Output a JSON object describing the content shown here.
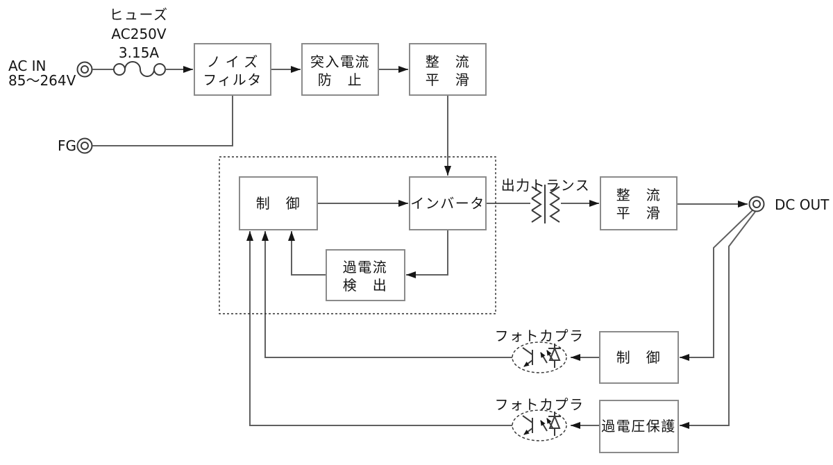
{
  "labels": {
    "fuse": "ヒューズ",
    "fuse_rating_voltage": "AC250V",
    "fuse_rating_current": "3.15A",
    "ac_in": "AC IN",
    "ac_in_range": "85〜264V",
    "fg": "FG",
    "output_transformer": "出力トランス",
    "dc_out": "DC OUT",
    "photocoupler_upper": "フォトカプラ",
    "photocoupler_lower": "フォトカプラ"
  },
  "blocks": {
    "noise_filter": {
      "line1": "ノイズ",
      "line2": "フィルタ"
    },
    "inrush_current_prevention": {
      "line1": "突入電流",
      "line2": "防　止"
    },
    "rectify_smooth_input": {
      "line1": "整　流",
      "line2": "平　滑"
    },
    "control_primary": {
      "label": "制　御"
    },
    "inverter": {
      "label": "インバータ"
    },
    "overcurrent_detection": {
      "line1": "過電流",
      "line2": "検　出"
    },
    "rectify_smooth_output": {
      "line1": "整　流",
      "line2": "平　滑"
    },
    "control_secondary": {
      "label": "制　御"
    },
    "overvoltage_protection": {
      "label": "過電圧保護"
    }
  },
  "colors": {
    "background": "#ffffff",
    "box_border": "#8a8a8a",
    "wire": "#5f5f5f",
    "arrowhead": "#161616",
    "dashed_outline": "#2f2f2f",
    "text": "#141414"
  }
}
